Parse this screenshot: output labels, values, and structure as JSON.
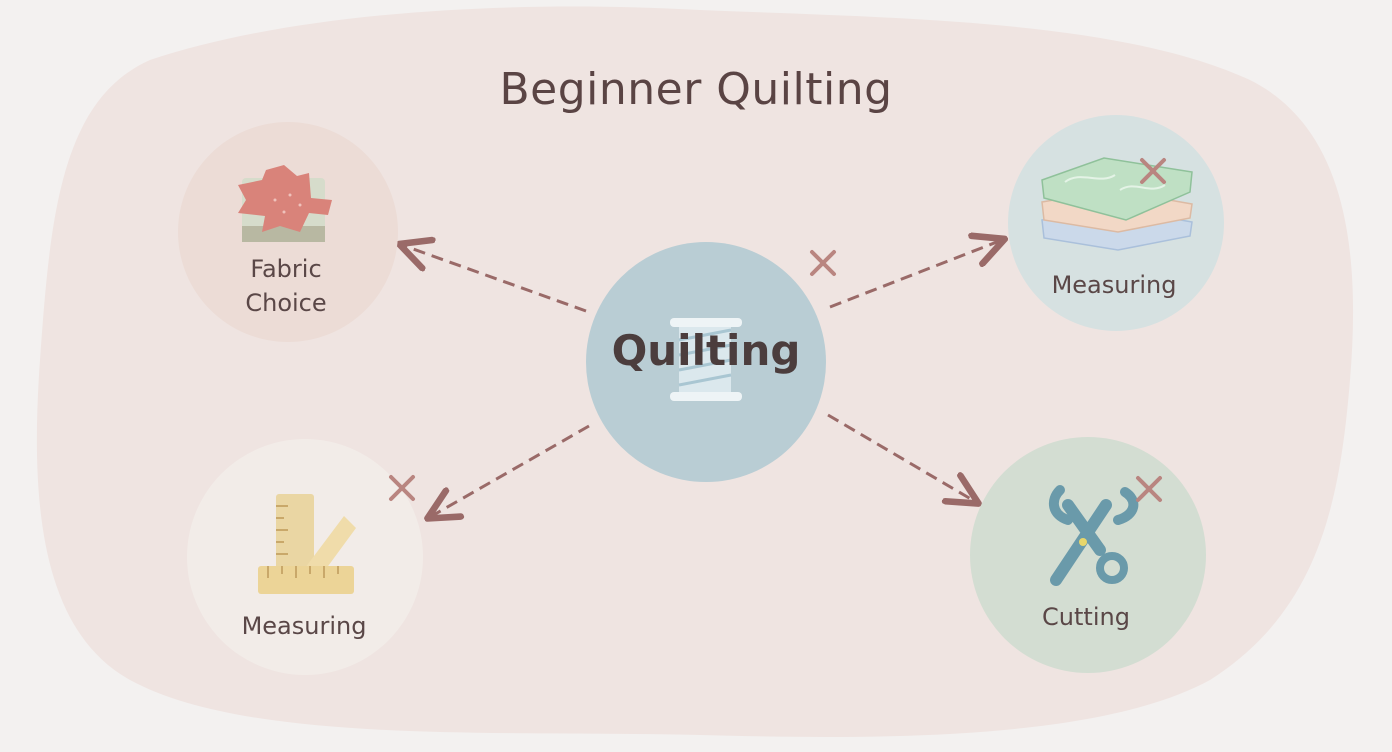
{
  "title": "Beginner Quilting",
  "center_node": {
    "label": "Quilting",
    "icon": "thread-spool-icon"
  },
  "nodes": [
    {
      "id": "fabric",
      "line1": "Fabric",
      "line2": "Choice",
      "icon": "fabric-swatch-icon"
    },
    {
      "id": "measuring-top",
      "label": "Measuring",
      "icon": "fabric-stack-icon"
    },
    {
      "id": "measuring-bottom",
      "label": "Measuring",
      "icon": "ruler-icon"
    },
    {
      "id": "cutting",
      "label": "Cutting",
      "icon": "scissors-icon"
    }
  ],
  "colors": {
    "background": "#f3f1f0",
    "blob": "#efe4e1",
    "center_circle": "#b9cdd4",
    "fabric_circle": "#ecdcd6",
    "measuring_top_circle": "#d6e1e1",
    "measuring_bottom_circle": "#f2ece8",
    "cutting_circle": "#d3ddd2",
    "arrow": "#9a6a68",
    "cross_mark": "#b98580"
  }
}
